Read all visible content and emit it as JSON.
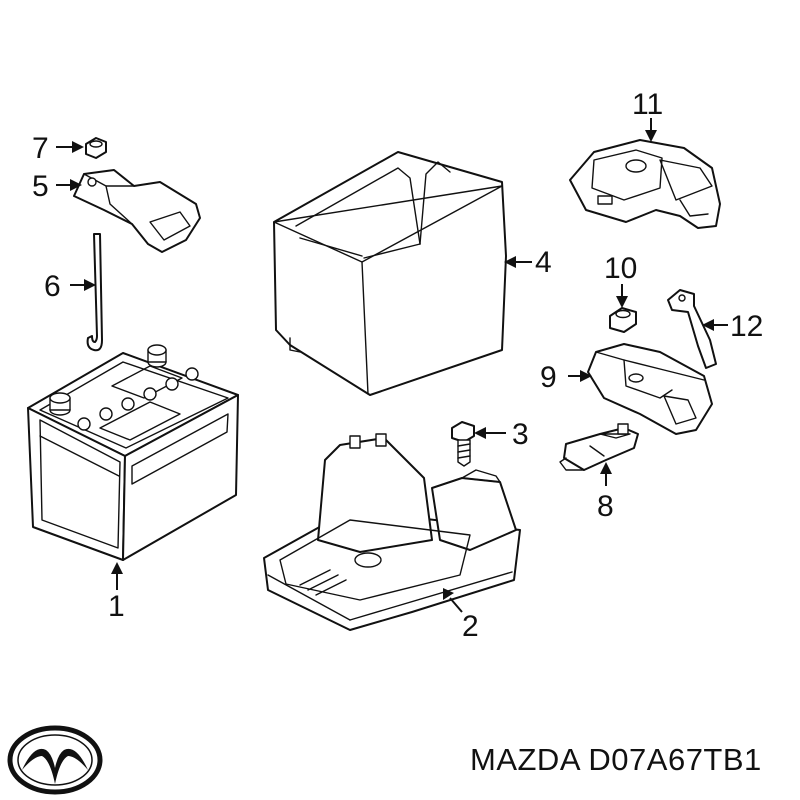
{
  "callouts": {
    "c1": "1",
    "c2": "2",
    "c3": "3",
    "c4": "4",
    "c5": "5",
    "c6": "6",
    "c7": "7",
    "c8": "8",
    "c9": "9",
    "c10": "10",
    "c11": "11",
    "c12": "12"
  },
  "brand_part_number": "MAZDA D07A67TB1",
  "logo": {
    "icon": "mazda-logo-icon",
    "color": "#111111"
  },
  "line_color": "#111111",
  "background": "#ffffff"
}
